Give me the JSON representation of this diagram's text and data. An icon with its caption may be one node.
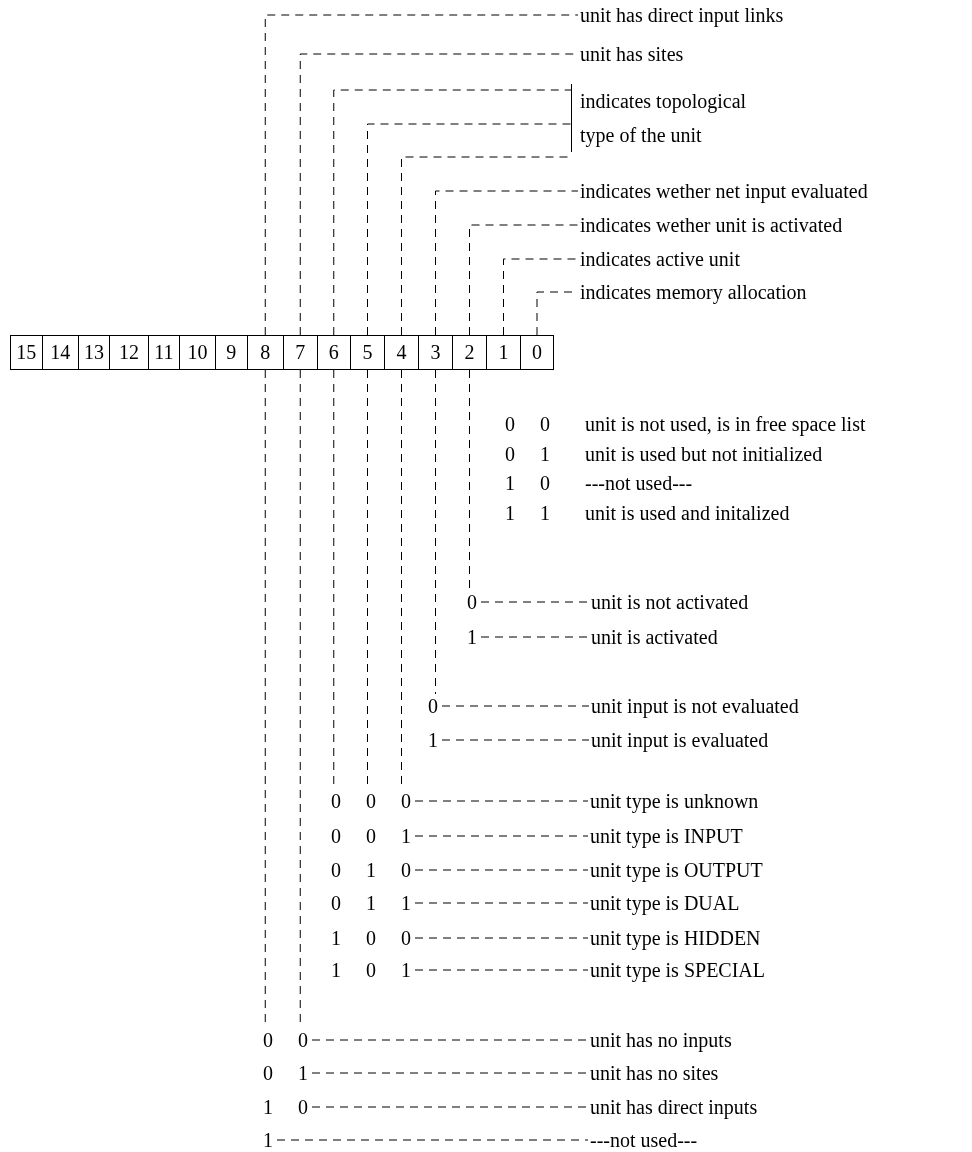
{
  "diagram": {
    "nodes": [
      {
        "text": [
          "unit has direct input links"
        ]
      },
      {
        "text": [
          "unit has sites"
        ]
      },
      {
        "text": [
          "indicates topological type of the unit"
        ]
      },
      {
        "text": [
          "indicates wether net input evaluated"
        ]
      },
      {
        "text": [
          "indicates wether unit is activated"
        ]
      },
      {
        "text": [
          "indicates active unit"
        ]
      },
      {
        "text": [
          "indicates memory allocation"
        ]
      },
      {
        "text": [
          "15"
        ]
      },
      {
        "text": [
          "14"
        ]
      },
      {
        "text": [
          "13"
        ]
      },
      {
        "text": [
          "12"
        ]
      },
      {
        "text": [
          "11"
        ]
      },
      {
        "text": [
          "10"
        ]
      },
      {
        "text": [
          "9"
        ]
      },
      {
        "text": [
          "8"
        ]
      },
      {
        "text": [
          "7"
        ]
      },
      {
        "text": [
          "6"
        ]
      },
      {
        "text": [
          "5"
        ]
      },
      {
        "text": [
          "4"
        ]
      },
      {
        "text": [
          "3"
        ]
      },
      {
        "text": [
          "2"
        ]
      },
      {
        "text": [
          "1"
        ]
      },
      {
        "text": [
          "0"
        ]
      },
      {
        "text": [
          "0"
        ]
      },
      {
        "text": [
          "unit is not activated"
        ]
      },
      {
        "text": [
          "1"
        ]
      },
      {
        "text": [
          "unit is activated"
        ]
      },
      {
        "text": [
          "0"
        ]
      },
      {
        "text": [
          "unit input is not evaluated"
        ]
      },
      {
        "text": [
          "1"
        ]
      },
      {
        "text": [
          "unit input is evaluated"
        ]
      },
      {
        "text": [
          "0 0 0"
        ]
      },
      {
        "text": [
          "unit type is unknown"
        ]
      },
      {
        "text": [
          "0 0 1"
        ]
      },
      {
        "text": [
          "unit type is INPUT"
        ]
      },
      {
        "text": [
          "0 1 0"
        ]
      },
      {
        "text": [
          "unit type is OUTPUT"
        ]
      },
      {
        "text": [
          "0 1 1"
        ]
      },
      {
        "text": [
          "unit type is DUAL"
        ]
      },
      {
        "text": [
          "1 0 0"
        ]
      },
      {
        "text": [
          "unit type is HIDDEN"
        ]
      },
      {
        "text": [
          "1 0 1"
        ]
      },
      {
        "text": [
          "unit type is SPECIAL"
        ]
      },
      {
        "text": [
          "0 0"
        ]
      },
      {
        "text": [
          "unit has no inputs"
        ]
      },
      {
        "text": [
          "0 1"
        ]
      },
      {
        "text": [
          "unit has no sites"
        ]
      },
      {
        "text": [
          "1 0"
        ]
      },
      {
        "text": [
          "unit has direct inputs"
        ]
      },
      {
        "text": [
          "1"
        ]
      },
      {
        "text": [
          "---not used---"
        ]
      }
    ],
    "edges": [
      {
        "from": 14,
        "to": 0,
        "arrow": "none",
        "style": "dashed"
      },
      {
        "from": 15,
        "to": 1,
        "arrow": "none",
        "style": "dashed"
      },
      {
        "from": 16,
        "to": 2,
        "arrow": "none",
        "style": "dashed"
      },
      {
        "from": 17,
        "to": 2,
        "arrow": "none",
        "style": "dashed"
      },
      {
        "from": 18,
        "to": 2,
        "arrow": "none",
        "style": "dashed"
      },
      {
        "from": 19,
        "to": 3,
        "arrow": "none",
        "style": "dashed"
      },
      {
        "from": 20,
        "to": 4,
        "arrow": "none",
        "style": "dashed"
      },
      {
        "from": 21,
        "to": 5,
        "arrow": "none",
        "style": "dashed"
      },
      {
        "from": 22,
        "to": 6,
        "arrow": "none",
        "style": "dashed"
      },
      {
        "from": 20,
        "to": 23,
        "arrow": "none",
        "style": "dashed"
      },
      {
        "from": 19,
        "to": 27,
        "arrow": "none",
        "style": "dashed"
      },
      {
        "from": 16,
        "to": 31,
        "arrow": "none",
        "style": "dashed"
      },
      {
        "from": 17,
        "to": 31,
        "arrow": "none",
        "style": "dashed"
      },
      {
        "from": 18,
        "to": 31,
        "arrow": "none",
        "style": "dashed"
      },
      {
        "from": 14,
        "to": 43,
        "arrow": "none",
        "style": "dashed"
      },
      {
        "from": 15,
        "to": 43,
        "arrow": "none",
        "style": "dashed"
      },
      {
        "from": 23,
        "to": 24,
        "arrow": "none",
        "style": "dashed"
      },
      {
        "from": 25,
        "to": 26,
        "arrow": "none",
        "style": "dashed"
      },
      {
        "from": 27,
        "to": 28,
        "arrow": "none",
        "style": "dashed"
      },
      {
        "from": 29,
        "to": 30,
        "arrow": "none",
        "style": "dashed"
      },
      {
        "from": 31,
        "to": 32,
        "arrow": "none",
        "style": "dashed"
      },
      {
        "from": 33,
        "to": 34,
        "arrow": "none",
        "style": "dashed"
      },
      {
        "from": 35,
        "to": 36,
        "arrow": "none",
        "style": "dashed"
      },
      {
        "from": 37,
        "to": 38,
        "arrow": "none",
        "style": "dashed"
      },
      {
        "from": 39,
        "to": 40,
        "arrow": "none",
        "style": "dashed"
      },
      {
        "from": 41,
        "to": 42,
        "arrow": "none",
        "style": "dashed"
      },
      {
        "from": 43,
        "to": 44,
        "arrow": "none",
        "style": "dashed"
      },
      {
        "from": 45,
        "to": 46,
        "arrow": "none",
        "style": "dashed"
      },
      {
        "from": 47,
        "to": 48,
        "arrow": "none",
        "style": "dashed"
      },
      {
        "from": 49,
        "to": 50,
        "arrow": "none",
        "style": "dashed"
      }
    ],
    "labels": [
      "0 0",
      "unit is not used, is in free space list",
      "0 1",
      "unit is used but not initialized",
      "1 0",
      "---not used---",
      "1 1",
      "unit is used and initalized"
    ]
  }
}
